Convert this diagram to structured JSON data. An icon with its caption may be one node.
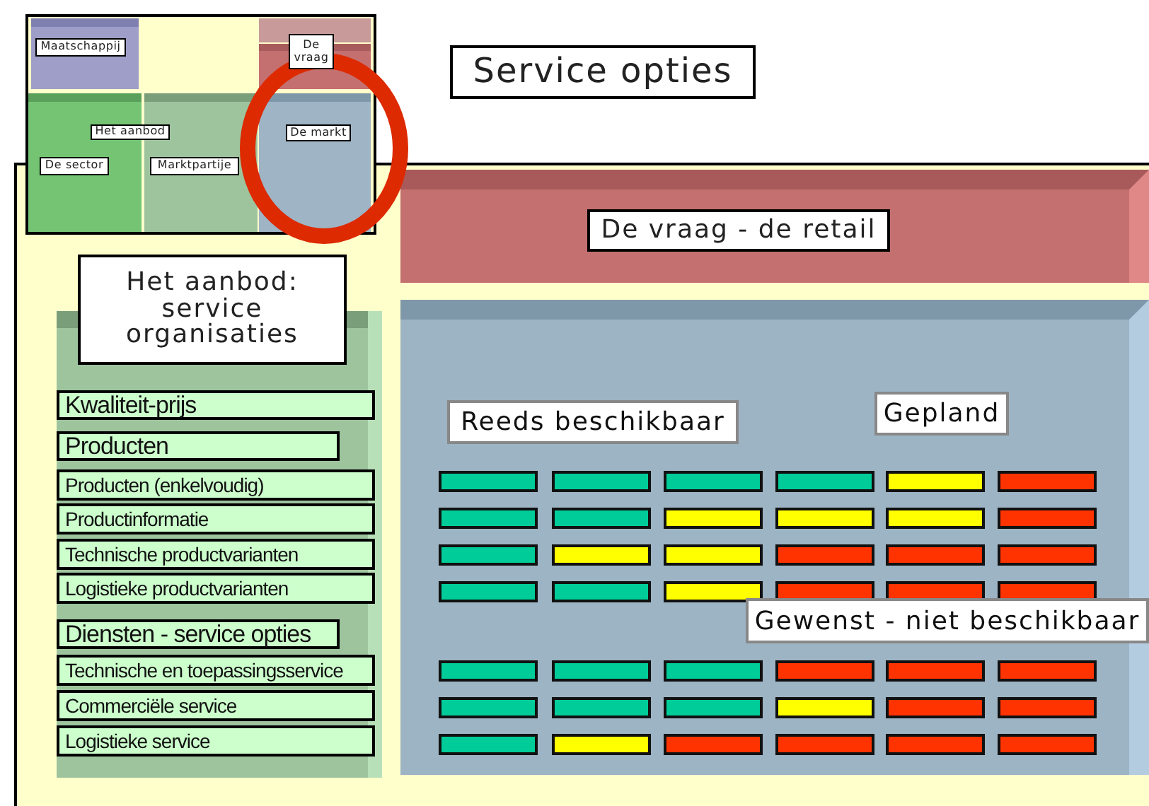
{
  "diagram": {
    "title": "Service opties",
    "nodes": [
      {
        "text": [
          "Maatschappij"
        ]
      },
      {
        "text": [
          "De vraag"
        ]
      },
      {
        "text": [
          "Het aanbod"
        ]
      },
      {
        "text": [
          "De sector"
        ]
      },
      {
        "text": [
          "Marktpartije"
        ]
      },
      {
        "text": [
          "De markt"
        ]
      },
      {
        "text": [
          "De vraag - de retail"
        ]
      },
      {
        "text": [
          "Het aanbod: service organisaties"
        ]
      },
      {
        "text": [
          "Kwaliteit-prijs"
        ],
        "in": 7
      },
      {
        "text": [
          "Producten"
        ],
        "in": 7
      },
      {
        "text": [
          "Producten (enkelvoudig)"
        ],
        "in": 7
      },
      {
        "text": [
          "Productinformatie"
        ],
        "in": 7
      },
      {
        "text": [
          "Technische productvarianten"
        ],
        "in": 7
      },
      {
        "text": [
          "Logistieke productvarianten"
        ],
        "in": 7
      },
      {
        "text": [
          "Diensten - service opties"
        ],
        "in": 7
      },
      {
        "text": [
          "Technische en toepassingsservice"
        ],
        "in": 7
      },
      {
        "text": [
          "Commerciële service"
        ],
        "in": 7
      },
      {
        "text": [
          "Logistieke service"
        ],
        "in": 7
      }
    ],
    "edges": [],
    "legend": [
      {
        "text": "Reeds beschikbaar",
        "color": "#00cc99"
      },
      {
        "text": "Gepland",
        "color": "#ffff00"
      },
      {
        "text": "Gewenst - niet beschikbaar",
        "color": "#ff3300"
      }
    ]
  }
}
